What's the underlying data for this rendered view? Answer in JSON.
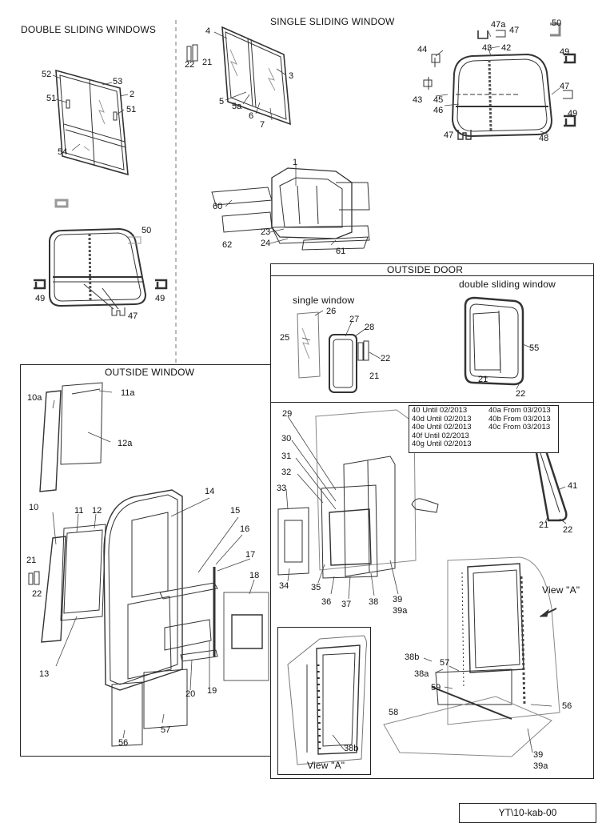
{
  "sections": {
    "double_sliding_windows": "DOUBLE SLIDING WINDOWS",
    "single_sliding_window": "SINGLE SLIDING WINDOW",
    "outside_door": "OUTSIDE DOOR",
    "outside_window": "OUTSIDE WINDOW",
    "single_window": "single window",
    "double_sliding_window": "double sliding window",
    "view_a_arrow": "View \"A\"",
    "view_a_inset": "View \"A\""
  },
  "callouts": {
    "c1": "1",
    "c2": "2",
    "c3": "3",
    "c4": "4",
    "c5": "5",
    "c5a": "5a",
    "c6": "6",
    "c7": "7",
    "c10": "10",
    "c10a": "10a",
    "c11": "11",
    "c11a": "11a",
    "c12": "12",
    "c12a": "12a",
    "c13": "13",
    "c14": "14",
    "c15": "15",
    "c16": "16",
    "c17": "17",
    "c18": "18",
    "c19": "19",
    "c20": "20",
    "c21a": "21",
    "c21b": "21",
    "c21c": "21",
    "c21d": "21",
    "c21e": "21",
    "c22a": "22",
    "c22b": "22",
    "c22c": "22",
    "c22d": "22",
    "c22e": "22",
    "c23": "23",
    "c24": "24",
    "c25": "25",
    "c26": "26",
    "c27": "27",
    "c28": "28",
    "c29": "29",
    "c30": "30",
    "c31": "31",
    "c32": "32",
    "c33": "33",
    "c34": "34",
    "c35": "35",
    "c36": "36",
    "c37": "37",
    "c38": "38",
    "c38a": "38a",
    "c38b": "38b",
    "c38b2": "38b",
    "c39a": "39",
    "c39aa": "39a",
    "c39b": "39",
    "c39ba": "39a",
    "c41": "41",
    "c42": "42",
    "c43a": "43",
    "c43b": "43",
    "c44": "44",
    "c45": "45",
    "c46": "46",
    "c47a": "47",
    "c47b": "47",
    "c47c": "47",
    "c47d": "47",
    "c47a_lbl": "47a",
    "c48": "48",
    "c49a": "49",
    "c49b": "49",
    "c49c": "49",
    "c49d": "49",
    "c50a": "50",
    "c50b": "50",
    "c51a": "51",
    "c51b": "51",
    "c52": "52",
    "c53": "53",
    "c54": "54",
    "c55": "55",
    "c56a": "56",
    "c56b": "56",
    "c57a": "57",
    "c57b": "57",
    "c58": "58",
    "c59": "59",
    "c60": "60",
    "c61": "61",
    "c62": "62"
  },
  "notes": [
    {
      "left": "40   Until 02/2013",
      "right": "40a From 03/2013"
    },
    {
      "left": "40d Until 02/2013",
      "right": "40b From 03/2013"
    },
    {
      "left": "40e Until 02/2013",
      "right": "40c From 03/2013"
    },
    {
      "left": "40f  Until 02/2013",
      "right": ""
    },
    {
      "left": "40g Until 02/2013",
      "right": ""
    }
  ],
  "drawing_code": "YT\\10-kab-00"
}
